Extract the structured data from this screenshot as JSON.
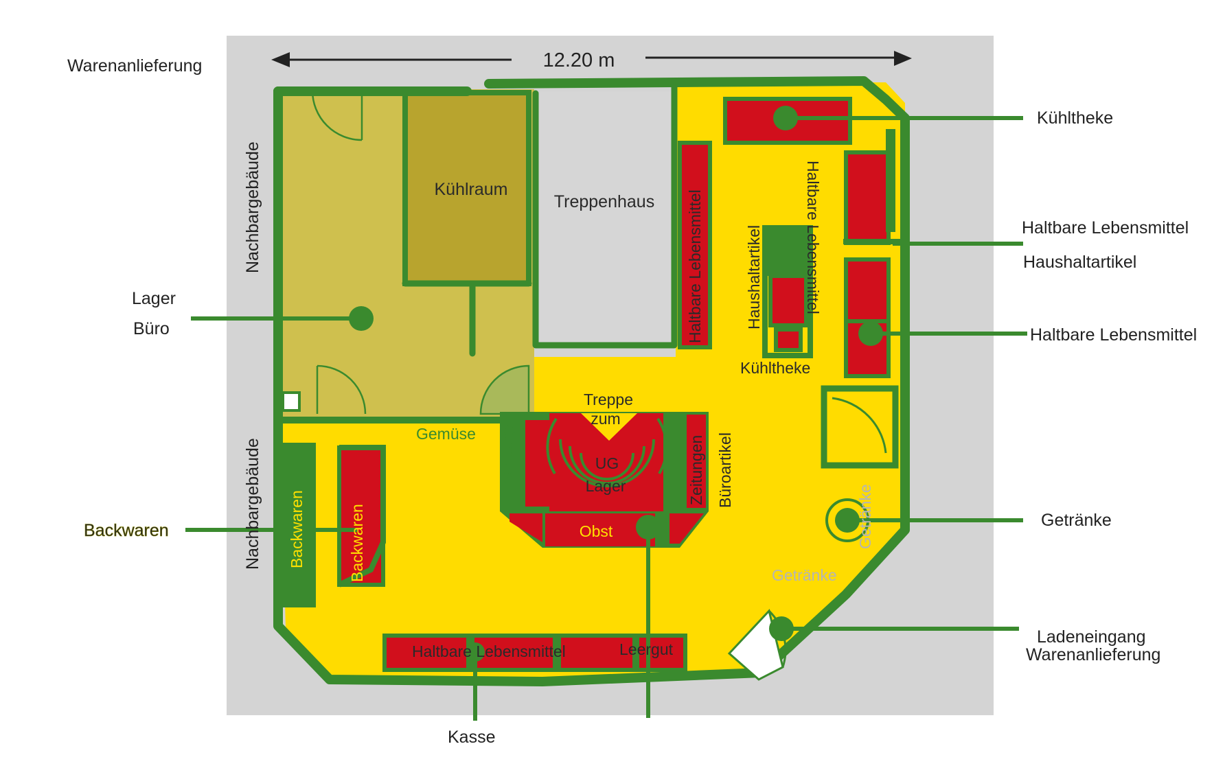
{
  "dimension": {
    "width_label": "12.20 m"
  },
  "colors": {
    "ground": "#d4d4d4",
    "wall": "#3a8a2e",
    "sales_floor": "#ffdc00",
    "storage": "#cfc04e",
    "cold_room": "#b8a42e",
    "stairwell": "#d6d6d6",
    "shelf": "#d10f1c",
    "yellow_text": "#ffe100",
    "green_text": "#3a8a2e",
    "gray_text": "#b5b5b5",
    "dark_text": "#222222"
  },
  "outside_labels": {
    "warenanlieferung_top": "Warenanlieferung",
    "nachbar_top": "Nachbargebäude",
    "nachbar_bottom": "Nachbargebäude",
    "lager": "Lager",
    "buero": "Büro",
    "backwaren": "Backwaren",
    "kuehltheke": "Kühltheke",
    "haltbare_1": "Haltbare Lebensmittel",
    "haushalt": "Haushaltartikel",
    "haltbare_2": "Haltbare Lebensmittel",
    "getraenke": "Getränke",
    "ladeneingang": "Ladeneingang",
    "warenanlieferung_bottom": "Warenanlieferung",
    "kasse": "Kasse"
  },
  "rooms": {
    "kuehlraum": "Kühlraum",
    "treppenhaus": "Treppenhaus"
  },
  "inside_labels": {
    "haltbare_vertical": "Haltbare Lebensmittel",
    "haushalt_vertical": "Haushaltartikel",
    "haltbare_vertical_right": "Haltbare Lebensmittel",
    "kuehltheke_inner": "Kühltheke",
    "treppe": "Treppe",
    "zum": "zum",
    "ug": "UG",
    "lager_ug": "Lager",
    "gemuese_h": "Gemüse",
    "gemuese_v": "Gemüse",
    "zeitungen": "Zeitungen",
    "bueroartikel": "Büroartikel",
    "obst": "Obst",
    "backwaren_1": "Backwaren",
    "backwaren_2": "Backwaren",
    "getraenke_v": "Getränke",
    "getraenke_h": "Getränke",
    "haltbare_bottom": "Haltbare Lebensmittel",
    "leergut": "Leergut"
  }
}
